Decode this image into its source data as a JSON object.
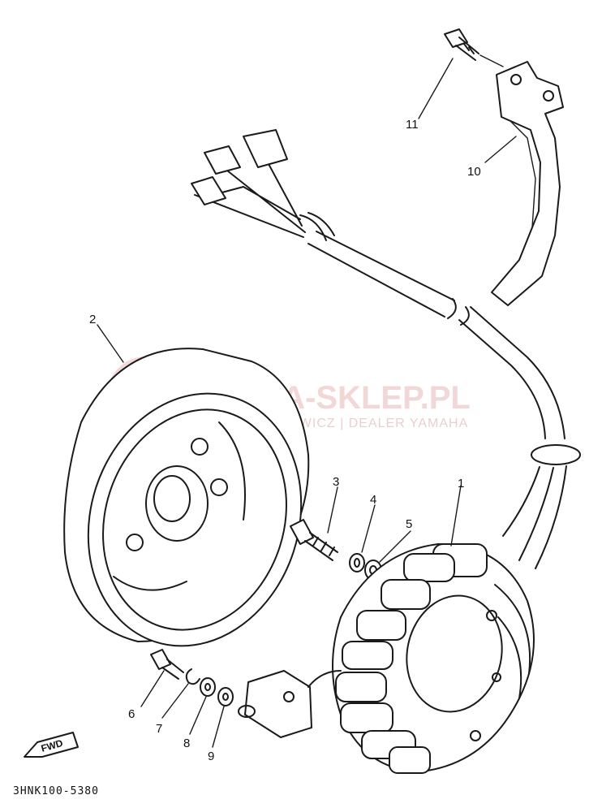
{
  "diagram": {
    "callouts": [
      {
        "id": "1",
        "label": "1"
      },
      {
        "id": "2",
        "label": "2"
      },
      {
        "id": "3",
        "label": "3"
      },
      {
        "id": "4",
        "label": "4"
      },
      {
        "id": "5",
        "label": "5"
      },
      {
        "id": "6",
        "label": "6"
      },
      {
        "id": "7",
        "label": "7"
      },
      {
        "id": "8",
        "label": "8"
      },
      {
        "id": "9",
        "label": "9"
      },
      {
        "id": "10",
        "label": "10"
      },
      {
        "id": "11",
        "label": "11"
      }
    ],
    "fwd_label": "FWD",
    "drawing_code": "3HNK100-5380"
  },
  "watermark": {
    "title": "YAMA-SKLEP.PL",
    "subtitle": "WOJCIECHOWICZ | DEALER YAMAHA",
    "color": "#e8b8b8"
  }
}
